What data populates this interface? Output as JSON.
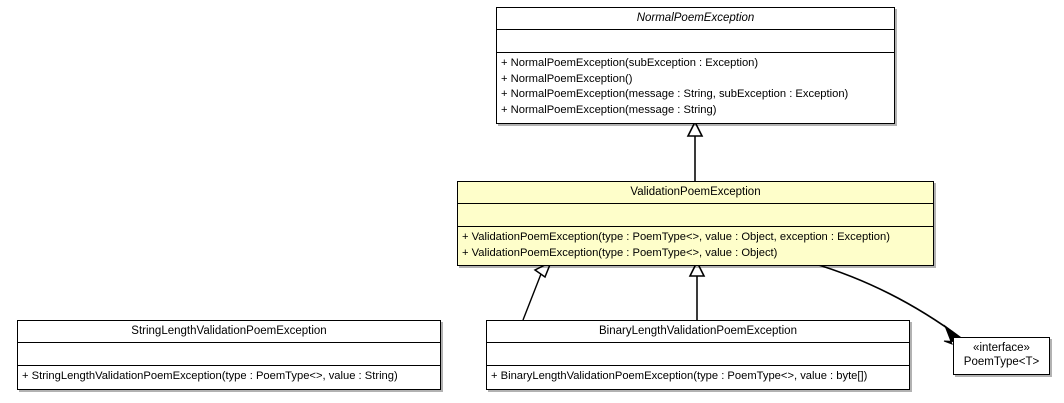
{
  "diagram": {
    "kind": "uml-class-diagram",
    "background_color": "#ffffff",
    "line_color": "#000000",
    "highlight_color": "#fefeca",
    "classes": [
      {
        "id": "normal-poem-exception",
        "name": "NormalPoemException",
        "abstract": true,
        "highlight": false,
        "attributes": [],
        "operations": [
          "+ NormalPoemException(subException : Exception)",
          "+ NormalPoemException()",
          "+ NormalPoemException(message : String, subException : Exception)",
          "+ NormalPoemException(message : String)"
        ]
      },
      {
        "id": "validation-poem-exception",
        "name": "ValidationPoemException",
        "abstract": false,
        "highlight": true,
        "attributes": [],
        "operations": [
          "+ ValidationPoemException(type : PoemType<>, value : Object, exception : Exception)",
          "+ ValidationPoemException(type : PoemType<>, value : Object)"
        ]
      },
      {
        "id": "string-length-validation-poem-exception",
        "name": "StringLengthValidationPoemException",
        "abstract": false,
        "highlight": false,
        "attributes": [],
        "operations": [
          "+ StringLengthValidationPoemException(type : PoemType<>, value : String)"
        ]
      },
      {
        "id": "binary-length-validation-poem-exception",
        "name": "BinaryLengthValidationPoemException",
        "abstract": false,
        "highlight": false,
        "attributes": [],
        "operations": [
          "+ BinaryLengthValidationPoemException(type : PoemType<>, value : byte[])"
        ]
      },
      {
        "id": "poem-type-interface",
        "stereotype": "«interface»",
        "name": "PoemType<T>",
        "abstract": false,
        "highlight": false,
        "attributes": [],
        "operations": []
      }
    ],
    "relationships": [
      {
        "id": "generalization-validation-to-normal",
        "type": "generalization",
        "from": "ValidationPoemException",
        "to": "NormalPoemException"
      },
      {
        "id": "generalization-stringlength-to-validation",
        "type": "generalization",
        "from": "StringLengthValidationPoemException",
        "to": "ValidationPoemException"
      },
      {
        "id": "generalization-binarylength-to-validation",
        "type": "generalization",
        "from": "BinaryLengthValidationPoemException",
        "to": "ValidationPoemException"
      },
      {
        "id": "dependency-validation-to-poemtype",
        "type": "dependency",
        "from": "ValidationPoemException",
        "to": "PoemType<T>"
      }
    ]
  }
}
